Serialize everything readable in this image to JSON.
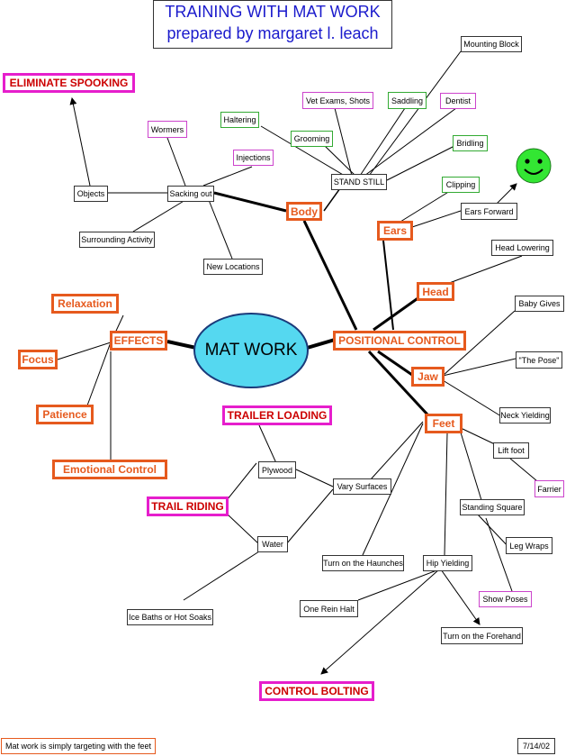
{
  "title": {
    "line1": "TRAINING WITH MAT WORK",
    "line2": "prepared by margaret l. leach"
  },
  "center": "MAT WORK",
  "nodes": {
    "eliminate_spooking": "ELIMINATE SPOOKING",
    "mounting_block": "Mounting Block",
    "vet_exams": "Vet Exams, Shots",
    "saddling": "Saddling",
    "dentist": "Dentist",
    "haltering": "Haltering",
    "wormers": "Wormers",
    "grooming": "Grooming",
    "bridling": "Bridling",
    "injections": "Injections",
    "stand_still": "STAND STILL",
    "objects": "Objects",
    "sacking_out": "Sacking out",
    "clipping": "Clipping",
    "body": "Body",
    "ears": "Ears",
    "ears_forward": "Ears Forward",
    "surrounding_activity": "Surrounding Activity",
    "head_lowering": "Head Lowering",
    "new_locations": "New Locations",
    "head": "Head",
    "relaxation": "Relaxation",
    "baby_gives": "Baby Gives",
    "effects": "EFFECTS",
    "positional_control": "POSITIONAL CONTROL",
    "focus": "Focus",
    "the_pose": "\"The Pose\"",
    "jaw": "Jaw",
    "patience": "Patience",
    "neck_yielding": "Neck Yielding",
    "trailer_loading": "TRAILER LOADING",
    "feet": "Feet",
    "lift_foot": "Lift foot",
    "emotional_control": "Emotional  Control",
    "plywood": "Plywood",
    "vary_surfaces": "Vary Surfaces",
    "farrier": "Farrier",
    "trail_riding": "TRAIL RIDING",
    "standing_square": "Standing Square",
    "water": "Water",
    "leg_wraps": "Leg Wraps",
    "turn_haunches": "Turn on the Haunches",
    "hip_yielding": "Hip Yielding",
    "show_poses": "Show Poses",
    "one_rein_halt": "One Rein Halt",
    "ice_baths": "Ice Baths or Hot Soaks",
    "turn_forehand": "Turn on the Forehand",
    "control_bolting": "CONTROL BOLTING"
  },
  "footer": {
    "note": "Mat work is simply targeting with the feet",
    "date": "7/14/02"
  },
  "icons": {
    "smiley": "smiley-face-icon"
  },
  "colors": {
    "title_blue": "#1a1acc",
    "orange": "#e65a1e",
    "magenta": "#e61ecc",
    "green_border": "#33aa33",
    "pink_border": "#cc44cc",
    "center_fill": "#55d8f0",
    "smiley_fill": "#33e633"
  }
}
